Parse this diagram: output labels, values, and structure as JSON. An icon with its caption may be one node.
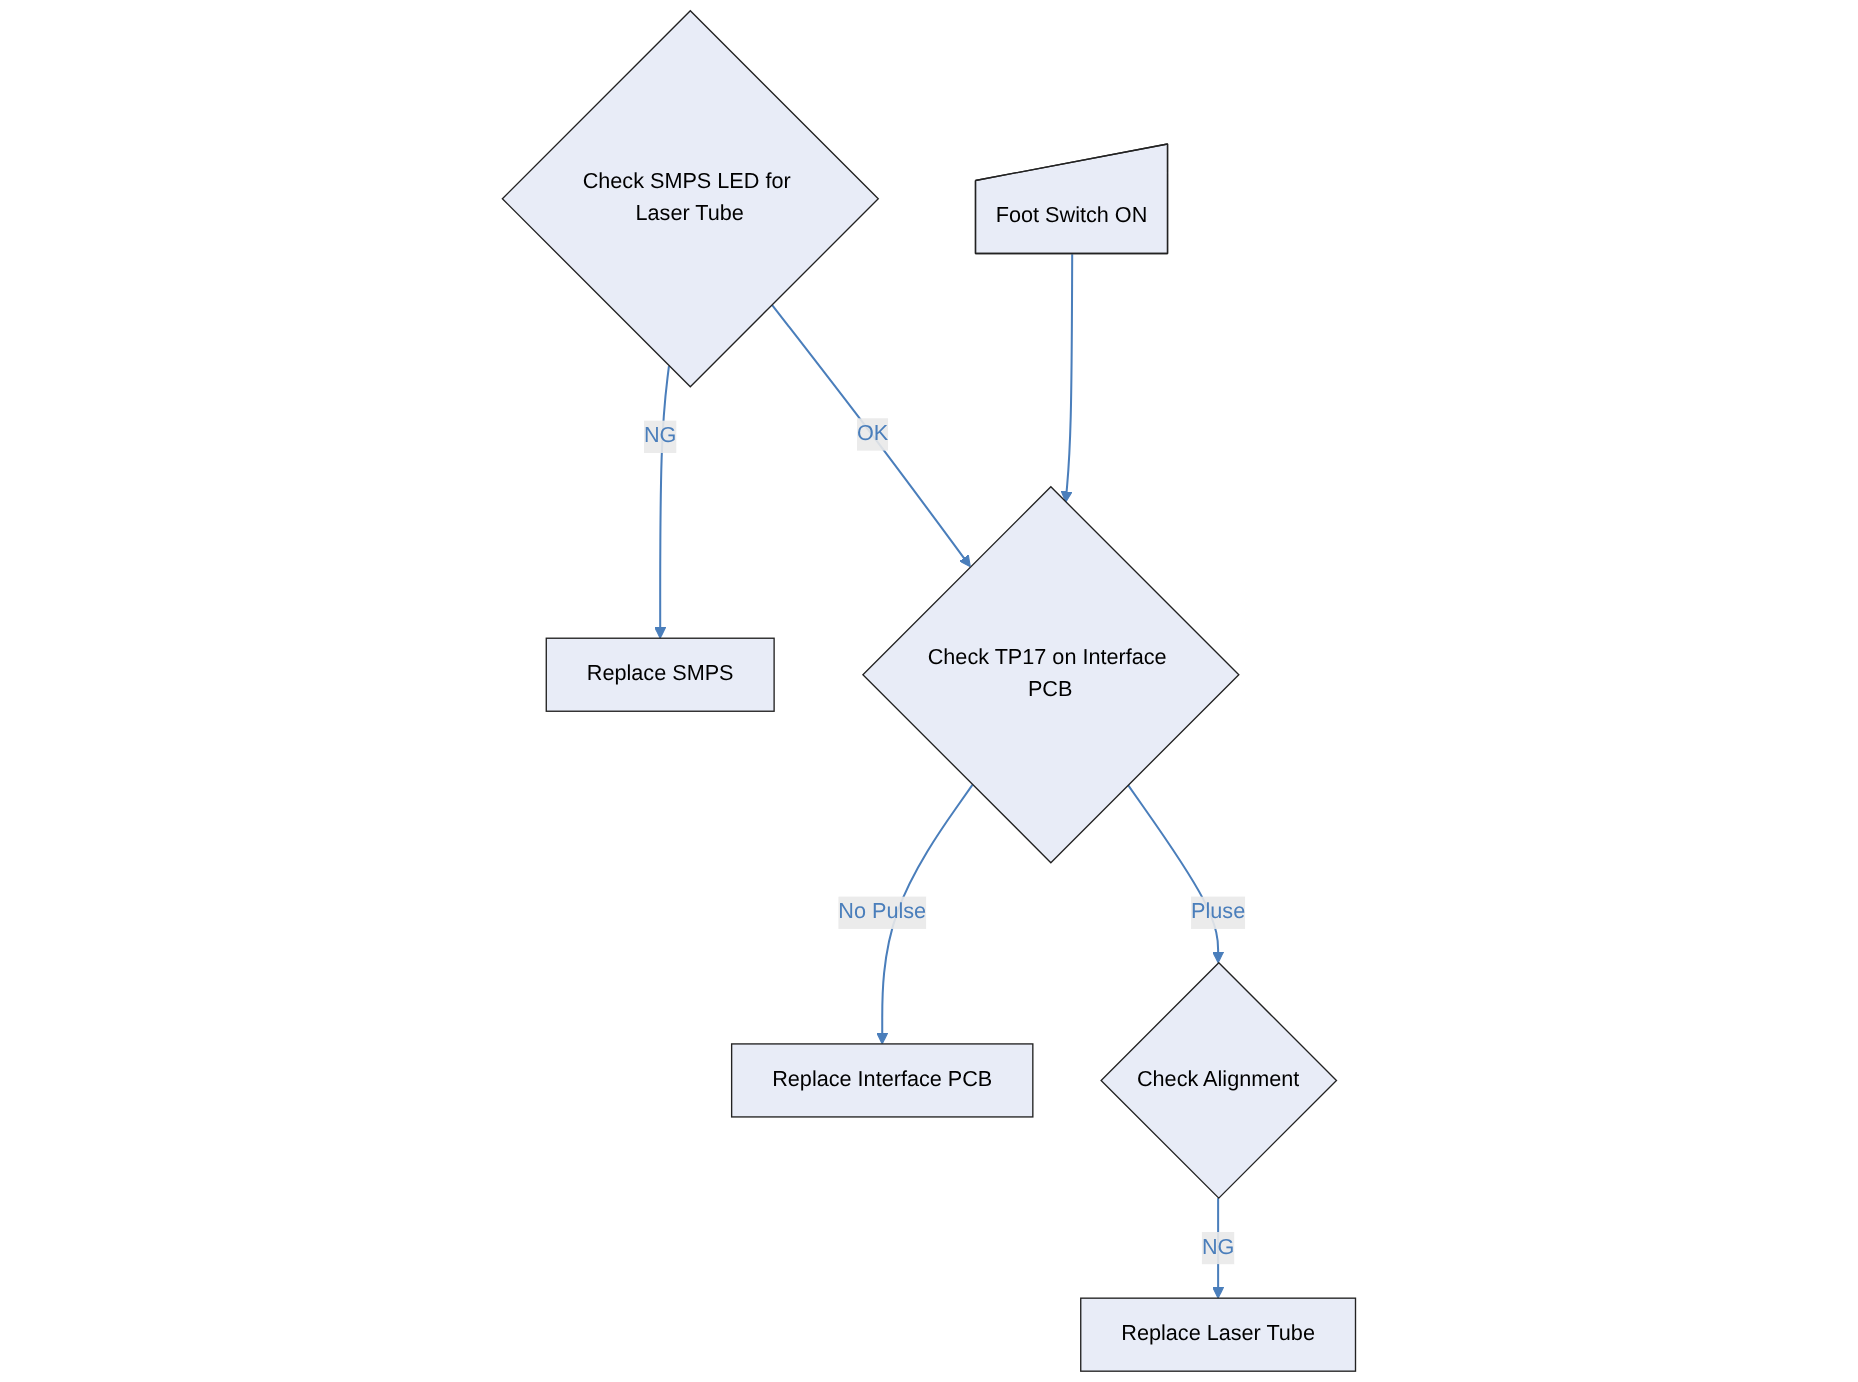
{
  "diagram": {
    "nodes": [
      {
        "text": [
          "Check SMPS LED for Laser Tube"
        ]
      },
      {
        "text": [
          "Replace SMPS"
        ]
      },
      {
        "text": [
          "Foot Switch ON"
        ]
      },
      {
        "text": [
          "Check TP17 on Interface PCB"
        ]
      },
      {
        "text": [
          "Replace Interface PCB"
        ]
      },
      {
        "text": [
          "Check Alignment"
        ]
      },
      {
        "text": [
          "Replace Laser Tube"
        ]
      }
    ],
    "edges": [
      {
        "from": 0,
        "to": 1,
        "label": "NG",
        "arrow": "to"
      },
      {
        "from": 0,
        "to": 3,
        "label": "OK",
        "arrow": "to"
      },
      {
        "from": 2,
        "to": 3,
        "arrow": "to"
      },
      {
        "from": 3,
        "to": 4,
        "label": "No Pulse",
        "arrow": "to"
      },
      {
        "from": 3,
        "to": 5,
        "label": "Pluse",
        "arrow": "to"
      },
      {
        "from": 5,
        "to": 6,
        "label": "NG",
        "arrow": "to"
      }
    ]
  }
}
